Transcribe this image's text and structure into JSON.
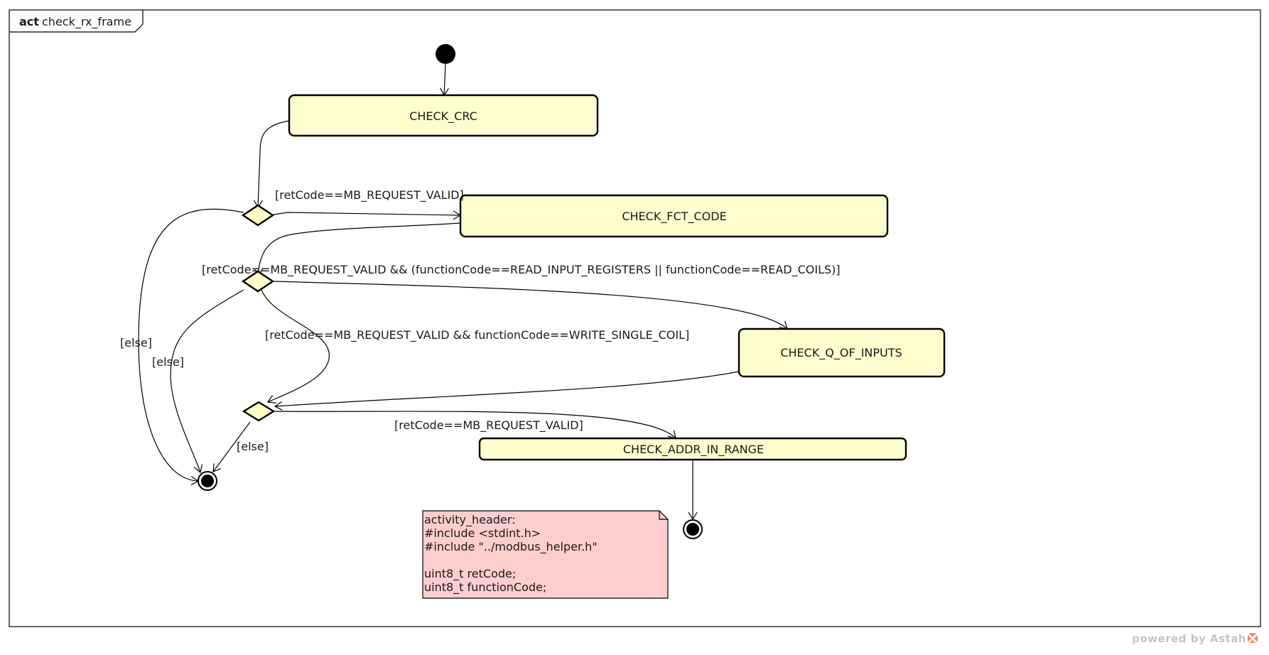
{
  "frame": {
    "keyword": "act",
    "name": "check_rx_frame"
  },
  "actions": {
    "check_crc": "CHECK_CRC",
    "check_fct_code": "CHECK_FCT_CODE",
    "check_q_of_inputs": "CHECK_Q_OF_INPUTS",
    "check_addr_in_range": "CHECK_ADDR_IN_RANGE"
  },
  "guards": {
    "request_valid_1": "[retCode==MB_REQUEST_VALID]",
    "else_1": "[else]",
    "read_regs_or_coils": "[retCode==MB_REQUEST_VALID && (functionCode==READ_INPUT_REGISTERS || functionCode==READ_COILS)]",
    "write_single_coil": "[retCode==MB_REQUEST_VALID && functionCode==WRITE_SINGLE_COIL]",
    "else_2": "[else]",
    "request_valid_2": "[retCode==MB_REQUEST_VALID]",
    "else_3": "[else]"
  },
  "note": {
    "lines": [
      "activity_header:",
      "#include <stdint.h>",
      "#include \"../modbus_helper.h\"",
      "",
      "uint8_t retCode;",
      "uint8_t functionCode;"
    ]
  },
  "footer": {
    "powered_by": "powered by Astah"
  },
  "colors": {
    "action_fill": "#fdfdcd",
    "decision_fill": "#fdfdc4",
    "note_fill": "#fecdcd",
    "stroke": "#000000"
  }
}
